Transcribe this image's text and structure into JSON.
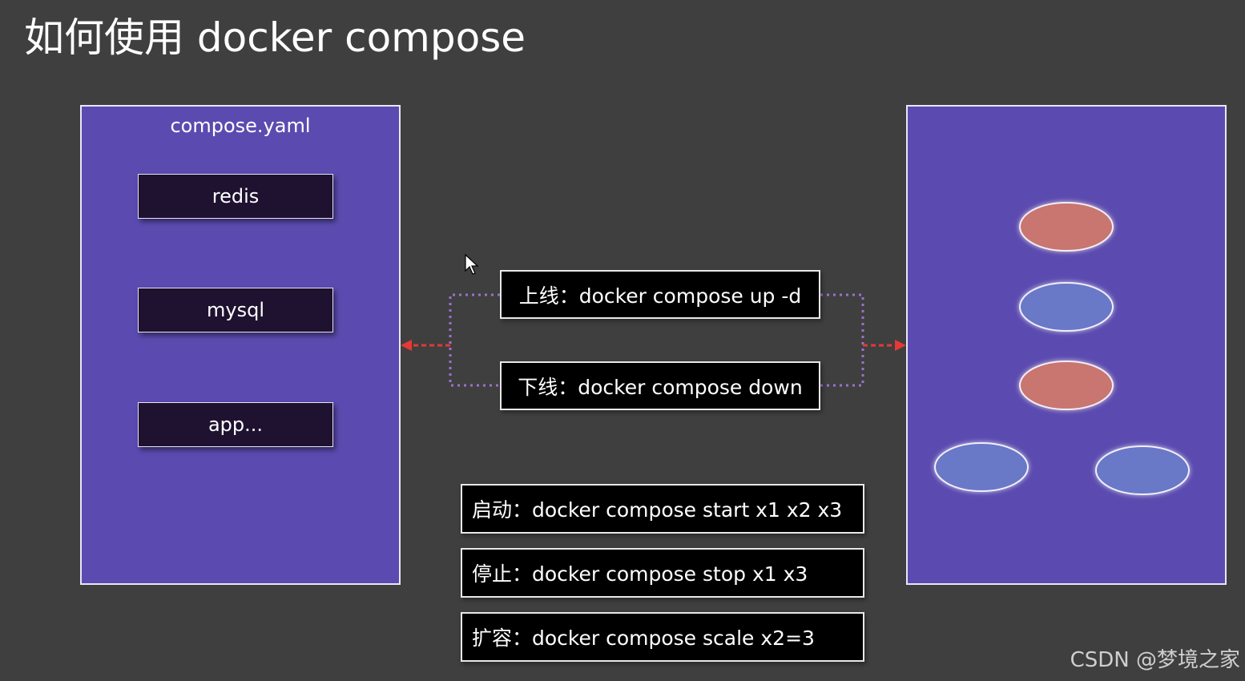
{
  "title": "如何使用 docker compose",
  "left_panel": {
    "label": "compose.yaml",
    "services": [
      "redis",
      "mysql",
      "app..."
    ]
  },
  "commands": {
    "up": "上线：docker compose up -d",
    "down": "下线：docker compose down",
    "start": "启动：docker compose start  x1 x2 x3",
    "stop": "停止：docker compose stop x1  x3",
    "scale": "扩容：docker compose scale x2=3"
  },
  "right_panel": {
    "containers": [
      "red",
      "blue",
      "red",
      "blue",
      "blue"
    ]
  },
  "colors": {
    "background": "#3f3f3f",
    "panel": "#5b4bb0",
    "container_red": "#c9756f",
    "container_blue": "#6b78c8",
    "connector": "#9b72c9",
    "arrow": "#e53935"
  },
  "watermark": "CSDN @梦境之家"
}
